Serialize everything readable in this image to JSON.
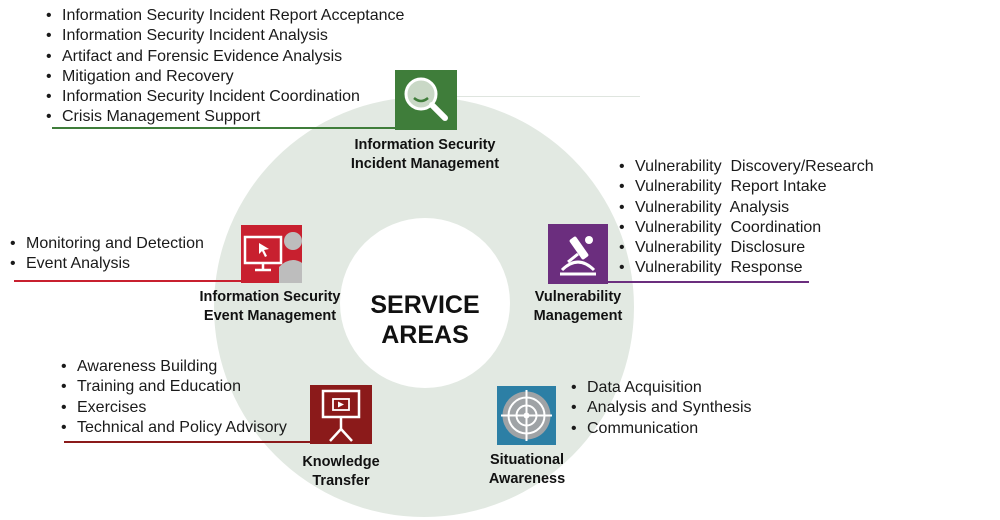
{
  "center": {
    "line1": "SERVICE",
    "line2": "AREAS"
  },
  "areas": {
    "incident": {
      "label_line1": "Information Security",
      "label_line2": "Incident Management",
      "color": "#3f7d3a",
      "icon": "magnifying-glass-icon",
      "items": [
        "Information Security Incident Report Acceptance",
        "Information Security Incident Analysis",
        "Artifact and Forensic Evidence Analysis",
        "Mitigation and Recovery",
        "Information Security Incident Coordination",
        "Crisis Management Support"
      ]
    },
    "vulnerability": {
      "label_line1": "Vulnerability",
      "label_line2": "Management",
      "color": "#6b2e7e",
      "icon": "microscope-icon",
      "items": [
        "Vulnerability  Discovery/Research",
        "Vulnerability  Report Intake",
        "Vulnerability  Analysis",
        "Vulnerability  Coordination",
        "Vulnerability  Disclosure",
        "Vulnerability  Response"
      ]
    },
    "event": {
      "label_line1": "Information Security",
      "label_line2": "Event Management",
      "color": "#c8202f",
      "icon": "monitor-user-icon",
      "items": [
        "Monitoring and Detection",
        "Event Analysis"
      ]
    },
    "knowledge": {
      "label_line1": "Knowledge",
      "label_line2": "Transfer",
      "color": "#8b1a1a",
      "icon": "presentation-board-icon",
      "items": [
        "Awareness Building",
        "Training and Education",
        "Exercises",
        "Technical and Policy Advisory"
      ]
    },
    "situational": {
      "label_line1": "Situational",
      "label_line2": "Awareness",
      "color": "#2c7fa5",
      "icon": "radar-target-icon",
      "items": [
        "Data Acquisition",
        "Analysis and Synthesis",
        "Communication"
      ]
    }
  }
}
